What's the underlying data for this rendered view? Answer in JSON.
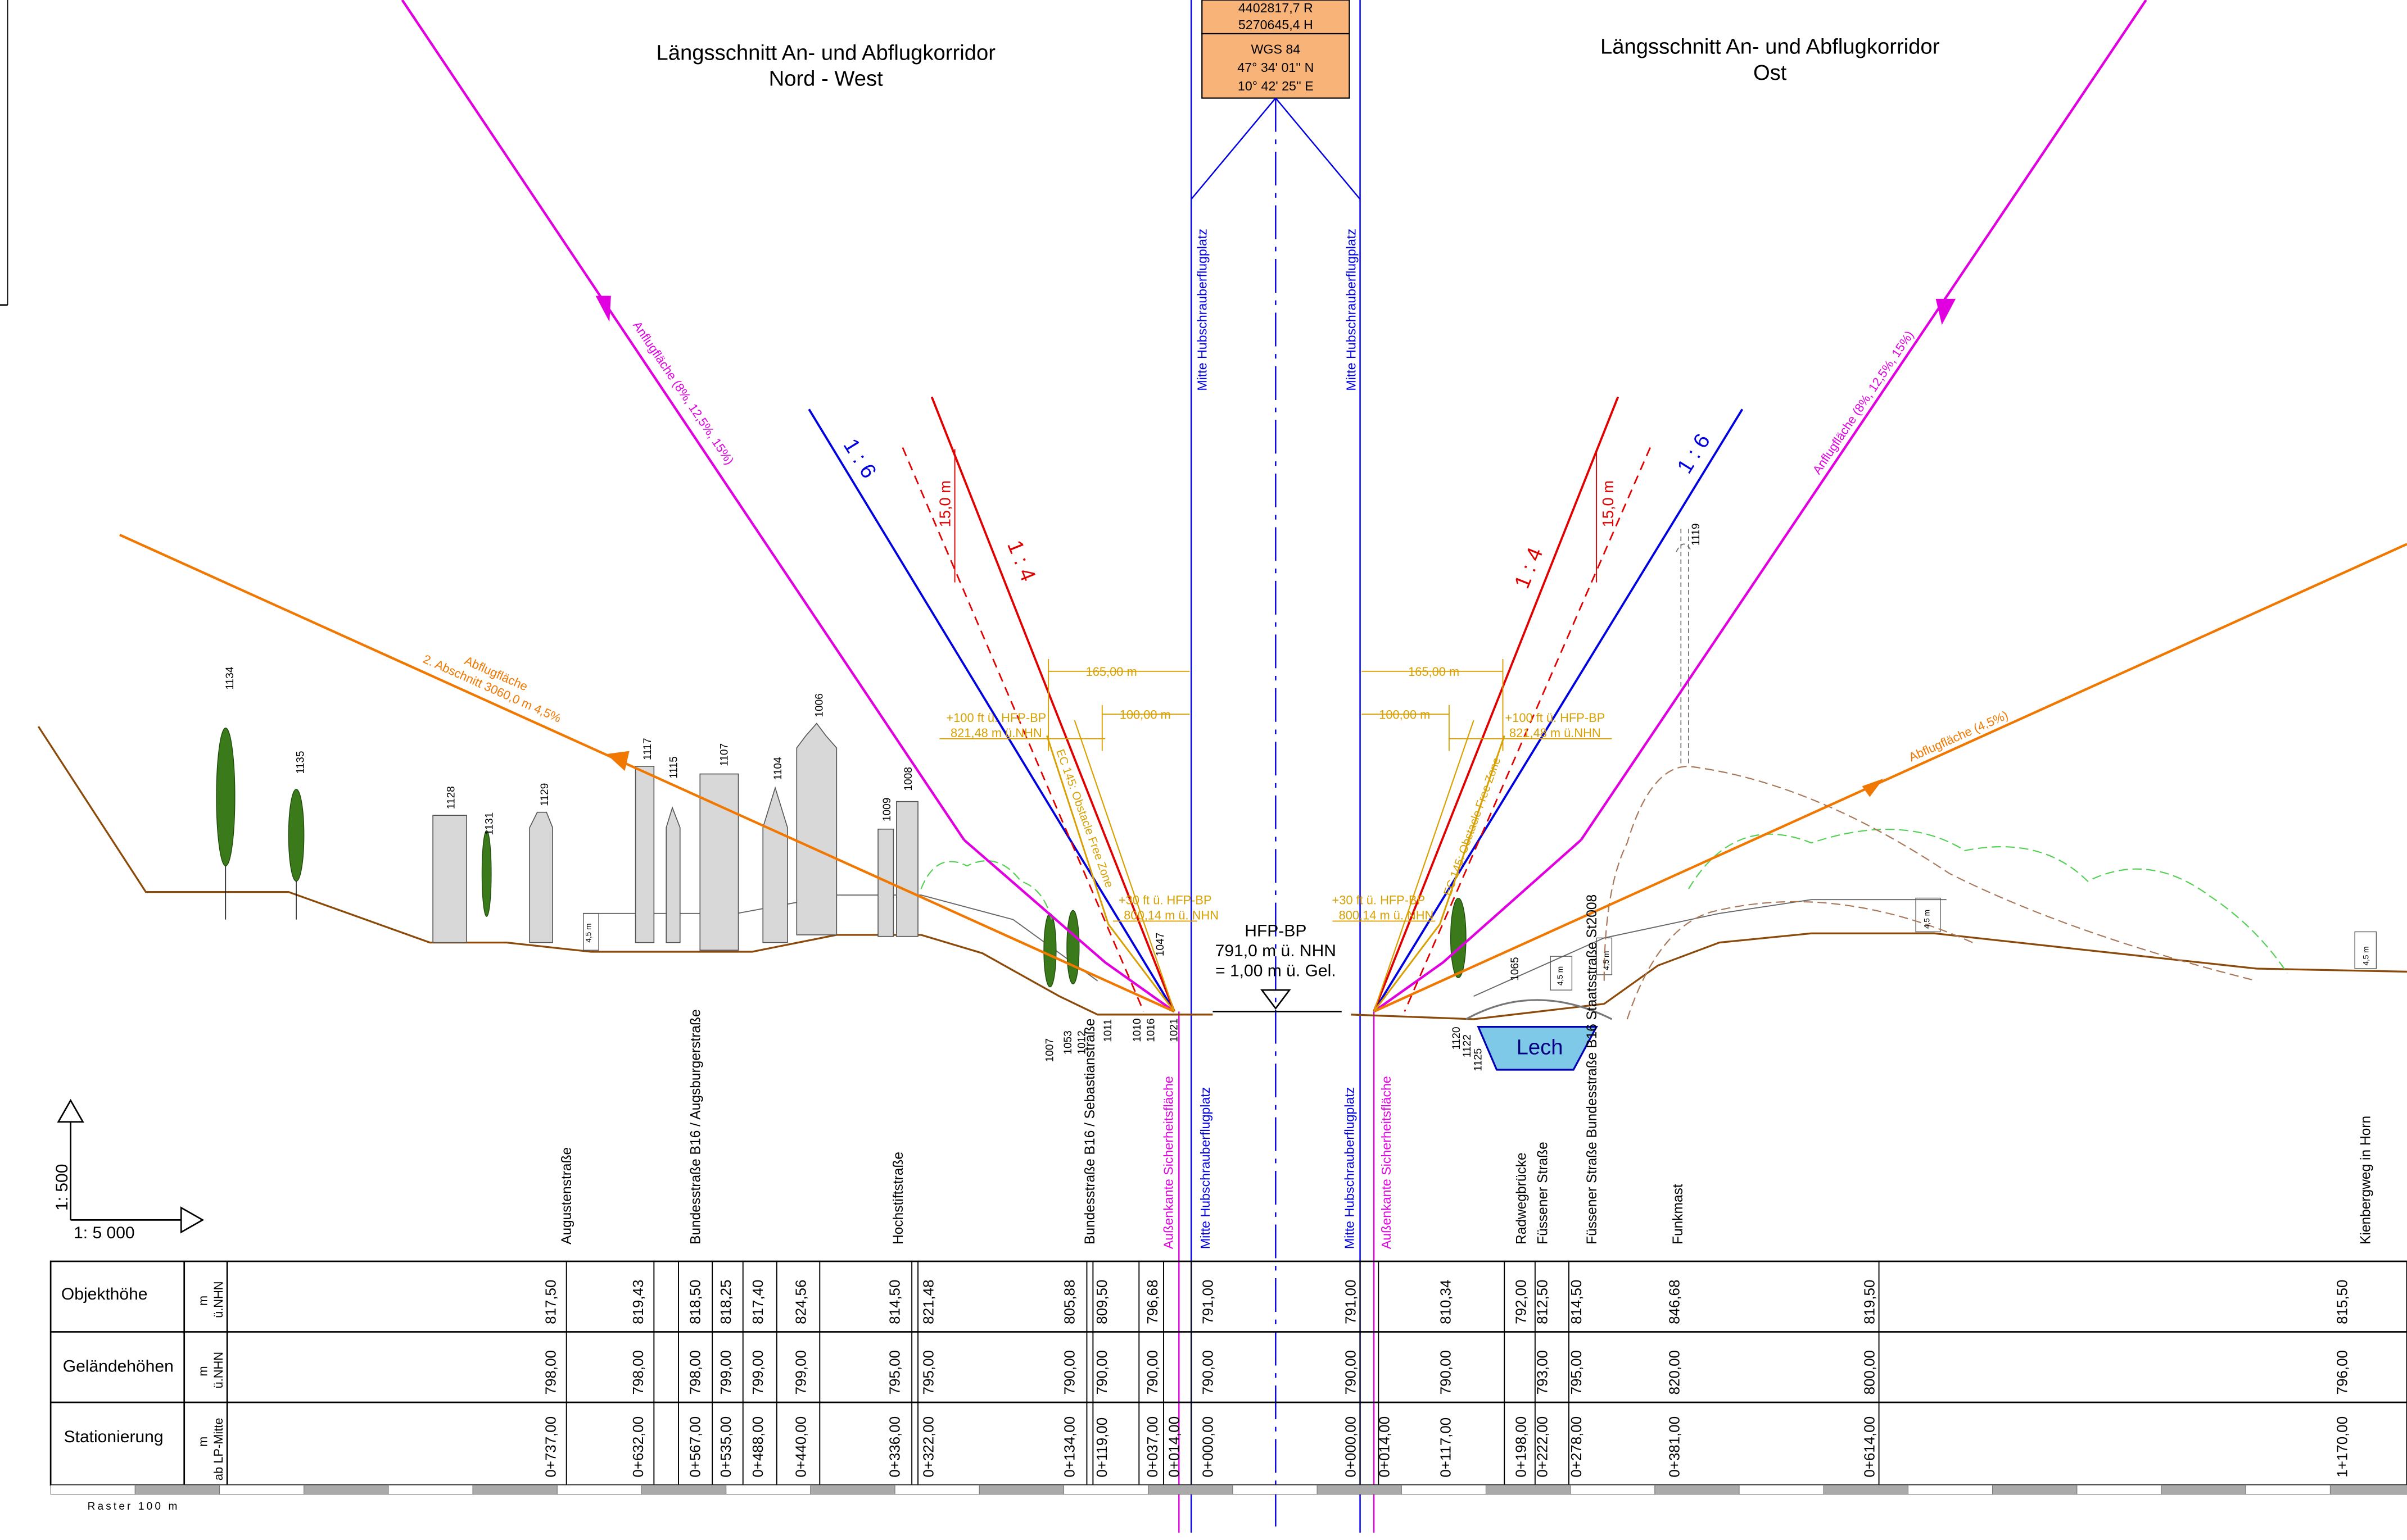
{
  "titles": {
    "west_line1": "Längsschnitt An- und Abflugkorridor",
    "west_line2": "Nord - West",
    "east_line1": "Längsschnitt An- und Abflugkorridor",
    "east_line2": "Ost"
  },
  "coord_box": {
    "r": "4402817,7 R",
    "h": "5270645,4 H",
    "datum": "WGS 84",
    "lat": "47° 34' 01'' N",
    "lon": "10° 42' 25'' E"
  },
  "axis_label": "Mitte Hubschrauberflugplatz",
  "safety_label": "Außenkante Sicherheitsfläche",
  "hfp": {
    "name": "HFP-BP",
    "height": "791,0 m ü. NHN",
    "above_ground": "= 1,00 m ü. Gel."
  },
  "surfaces": {
    "approach_west": "Anflugfläche (8%, 12,5%, 15%)",
    "approach_east": "Anflugfläche (8%, 12,5%, 15%)",
    "depart_west_line1": "Abflugfläche",
    "depart_west_line2": "2. Abschnitt 3060,0 m 4,5%",
    "depart_east": "Abflugfläche (4,5%)",
    "ratio_16": "1 : 6",
    "ratio_14": "1 : 4",
    "offset_15": "15,0 m",
    "ofz": "EC 145: Obstacle Free Zone"
  },
  "dimensions": {
    "d165": "165,00 m",
    "d100": "100,00 m",
    "plus100_line1": "+100 ft ü. HFP-BP",
    "plus100_line2": "821,48 m ü.NHN",
    "plus30_line1": "+30 ft ü. HFP-BP",
    "plus30_line2": "800,14 m ü. NHN",
    "h45": "4,5 m"
  },
  "object_ids": {
    "west_top": [
      "1134",
      "1135",
      "1128",
      "1131",
      "1129",
      "1117",
      "1115",
      "1107",
      "1104",
      "1006",
      "1009",
      "1008",
      "1047"
    ],
    "west_bottom": [
      "1007",
      "1053",
      "1012",
      "1011",
      "1010",
      "1016",
      "1021"
    ],
    "east": [
      "1119",
      "1065",
      "1120",
      "1122",
      "1125"
    ]
  },
  "water": "Lech",
  "scale": {
    "vertical": "1: 500",
    "horizontal": "1: 5 000"
  },
  "raster": "Raster  100 m",
  "street_labels": [
    "Augustenstraße",
    "Bundesstraße B16 / Augsburgerstraße",
    "Hochstiftstraße",
    "Bundesstraße B16 / Sebastianstraße",
    "Radwegbrücke",
    "Füssener Straße",
    "Füssener Straße Bundesstraße B16 Staatsstraße St2008",
    "Funkmast",
    "Kienbergweg in Horn"
  ],
  "table": {
    "rows": [
      {
        "label": "Objekthöhe",
        "unit1": "m",
        "unit2": "ü.NHN"
      },
      {
        "label": "Geländehöhen",
        "unit1": "m",
        "unit2": "ü.NHN"
      },
      {
        "label": "Stationierung",
        "unit1": "m",
        "unit2": "ab LP-Mitte"
      }
    ],
    "objekt": [
      "817,50",
      "819,43",
      "818,50",
      "818,25",
      "817,40",
      "824,56",
      "814,50",
      "821,48",
      "805,88",
      "809,50",
      "796,68",
      "791,00",
      "791,00",
      "810,34",
      "792,00",
      "812,50",
      "814,50",
      "846,68",
      "819,50",
      "815,50"
    ],
    "gelaende": [
      "798,00",
      "798,00",
      "798,00",
      "799,00",
      "799,00",
      "799,00",
      "795,00",
      "795,00",
      "790,00",
      "790,00",
      "790,00",
      "790,00",
      "790,00",
      "790,00",
      "793,00",
      "795,00",
      "820,00",
      "800,00",
      "796,00"
    ],
    "station": [
      "0+737,00",
      "0+632,00",
      "0+567,00",
      "0+535,00",
      "0+488,00",
      "0+440,00",
      "0+336,00",
      "0+322,00",
      "0+134,00",
      "0+119,00",
      "0+037,00",
      "0+014,00",
      "0+000,00",
      "0+000,00",
      "0+014,00",
      "0+117,00",
      "0+198,00",
      "0+222,00",
      "0+278,00",
      "0+381,00",
      "0+614,00",
      "1+170,00"
    ]
  },
  "colors": {
    "approach": "#e000e0",
    "departure": "#f07800",
    "ratio16": "#0000e0",
    "ratio14": "#e00000",
    "dim": "#d8a000",
    "terrain": "#8b4a0a",
    "water": "#7ec8e8",
    "coordbox": "#f8b478"
  }
}
